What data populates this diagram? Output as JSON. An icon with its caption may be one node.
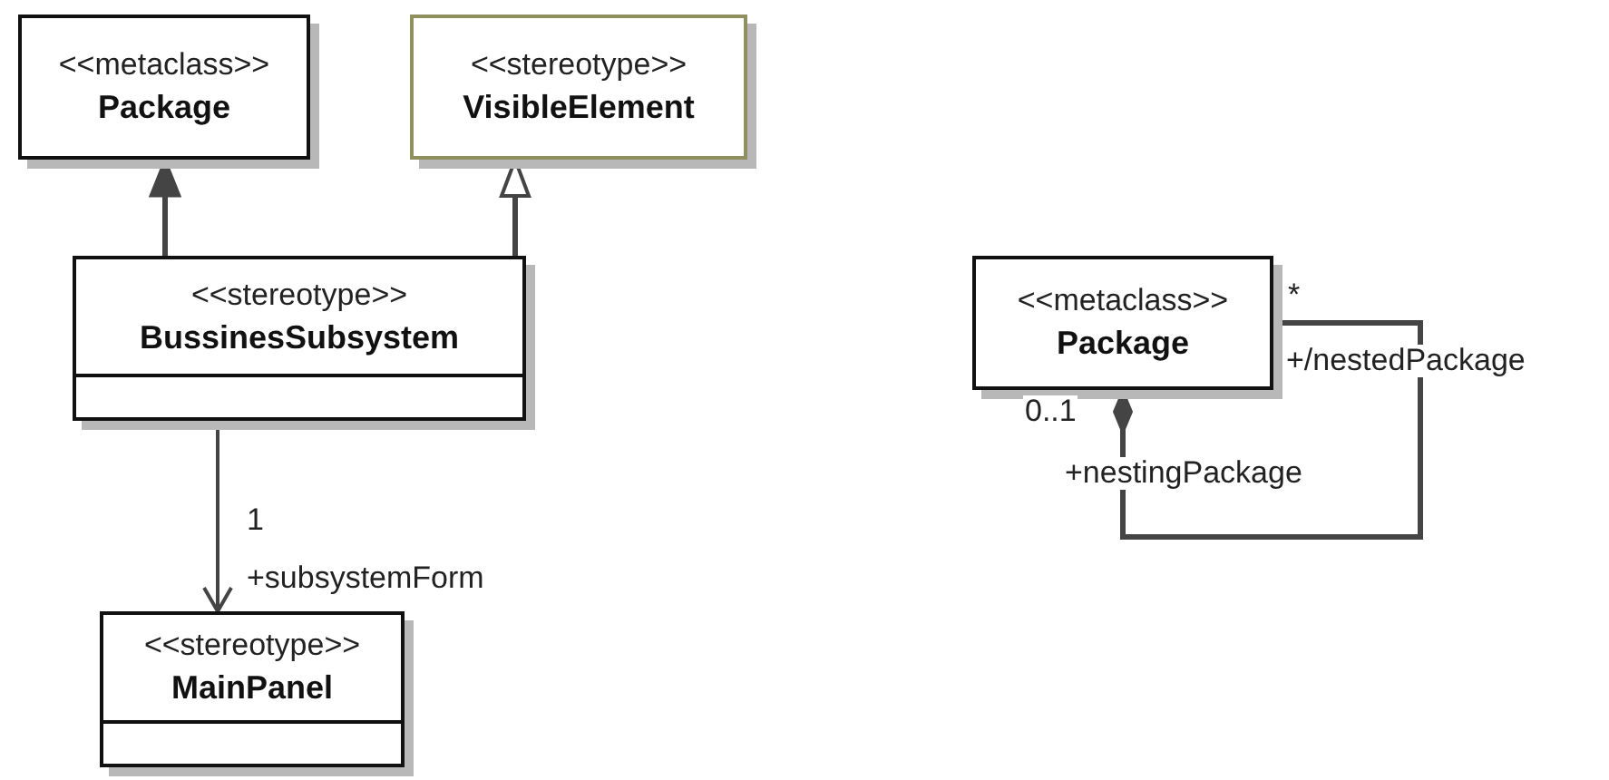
{
  "diagram": {
    "nodes": [
      {
        "text": [
          "<<metaclass>>",
          "Package"
        ]
      },
      {
        "text": [
          "<<stereotype>>",
          "VisibleElement"
        ]
      },
      {
        "text": [
          "<<stereotype>>",
          "BussinesSubsystem"
        ]
      },
      {
        "text": [
          "<<stereotype>>",
          "MainPanel"
        ]
      },
      {
        "text": [
          "<<metaclass>>",
          "Package"
        ]
      }
    ],
    "edges": [
      {
        "from": 2,
        "to": 0,
        "arrow": "to"
      },
      {
        "from": 2,
        "to": 1,
        "arrow": "to"
      },
      {
        "from": 2,
        "to": 3,
        "arrow": "to",
        "label": "+subsystemForm"
      },
      {
        "from": 4,
        "to": 4,
        "arrow": "other"
      }
    ],
    "labels": [
      "1",
      "*",
      "+/nestedPackage",
      "0..1",
      "+nestingPackage"
    ]
  }
}
